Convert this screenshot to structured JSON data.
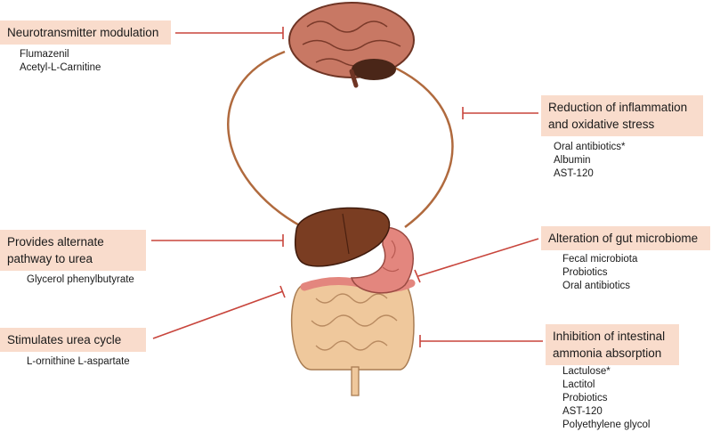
{
  "colors": {
    "box_fill": "#f9dccc",
    "line": "#c8453c",
    "cycle": "#b06a3e",
    "brain": "#c87864",
    "liver": "#7a3d22",
    "stomach": "#e3867e",
    "intestine": "#efc89c"
  },
  "left": [
    {
      "title": "Neurotransmitter modulation",
      "items": [
        "Flumazenil",
        "Acetyl-L-Carnitine"
      ]
    },
    {
      "title": "Provides alternate pathway to urea",
      "items": [
        "Glycerol phenylbutyrate"
      ]
    },
    {
      "title": "Stimulates urea cycle",
      "items": [
        "L-ornithine L-aspartate"
      ]
    }
  ],
  "right": [
    {
      "title": "Reduction of inflammation and oxidative stress",
      "items": [
        "Oral antibiotics*",
        "Albumin",
        "AST-120"
      ]
    },
    {
      "title": "Alteration of gut microbiome",
      "items": [
        "Fecal microbiota",
        "Probiotics",
        "Oral antibiotics"
      ]
    },
    {
      "title": "Inhibition of intestinal ammonia absorption",
      "items": [
        "Lactulose*",
        "Lactitol",
        "Probiotics",
        "AST-120",
        "Polyethylene glycol"
      ]
    }
  ],
  "icons": [
    "brain-icon",
    "liver-icon",
    "stomach-icon",
    "intestine-icon"
  ]
}
